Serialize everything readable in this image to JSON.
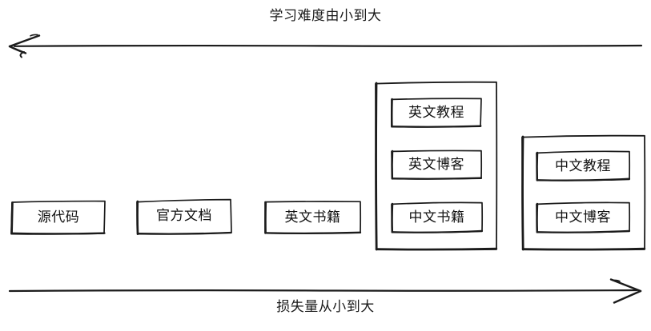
{
  "diagram": {
    "type": "sketch-spectrum-diagram",
    "background_color": "#ffffff",
    "stroke_color": "#1b1b1b",
    "text_color": "#111111",
    "top_axis": {
      "label": "学习难度由小到大",
      "arrow_direction": "left"
    },
    "bottom_axis": {
      "label": "损失量从小到大",
      "arrow_direction": "right"
    },
    "nodes": [
      {
        "id": "source-code",
        "label": "源代码"
      },
      {
        "id": "official-docs",
        "label": "官方文档"
      },
      {
        "id": "english-books",
        "label": "英文书籍"
      },
      {
        "id": "english-tutorials",
        "label": "英文教程"
      },
      {
        "id": "english-blogs",
        "label": "英文博客"
      },
      {
        "id": "chinese-books",
        "label": "中文书籍"
      },
      {
        "id": "chinese-tutorials",
        "label": "中文教程"
      },
      {
        "id": "chinese-blogs",
        "label": "中文博客"
      }
    ],
    "groups": [
      {
        "id": "english-group",
        "members": [
          "英文教程",
          "英文博客",
          "中文书籍"
        ]
      },
      {
        "id": "chinese-group",
        "members": [
          "中文教程",
          "中文博客"
        ]
      }
    ]
  }
}
